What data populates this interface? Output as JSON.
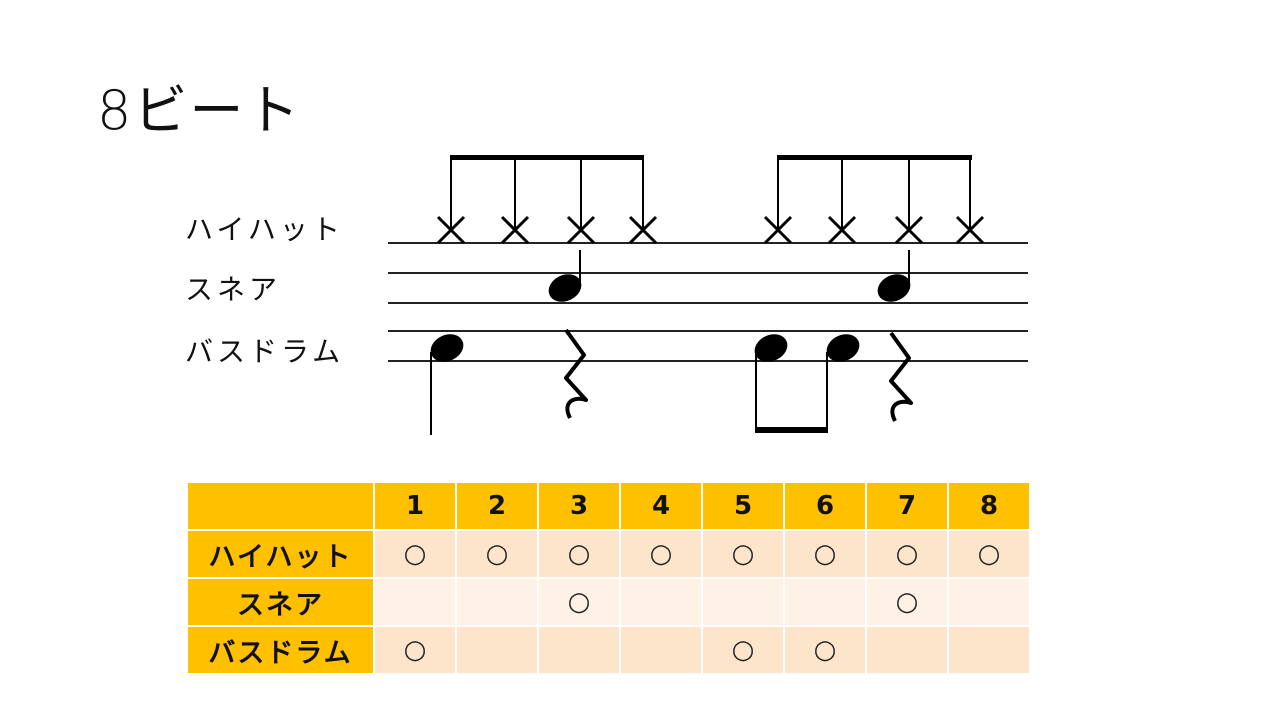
{
  "title": "8ビート",
  "instruments": {
    "hihat": "ハイハット",
    "snare": "スネア",
    "bass": "バスドラム"
  },
  "table": {
    "corner": "",
    "columns": [
      "1",
      "2",
      "3",
      "4",
      "5",
      "6",
      "7",
      "8"
    ],
    "rows": [
      {
        "label": "ハイハット",
        "cells": [
          "○",
          "○",
          "○",
          "○",
          "○",
          "○",
          "○",
          "○"
        ]
      },
      {
        "label": "スネア",
        "cells": [
          "",
          "",
          "○",
          "",
          "",
          "",
          "○",
          ""
        ]
      },
      {
        "label": "バスドラム",
        "cells": [
          "○",
          "",
          "",
          "",
          "○",
          "○",
          "",
          ""
        ]
      }
    ]
  },
  "colors": {
    "header": "#ffc000",
    "row_dark": "#fde5cc",
    "row_light": "#fef2e7"
  }
}
